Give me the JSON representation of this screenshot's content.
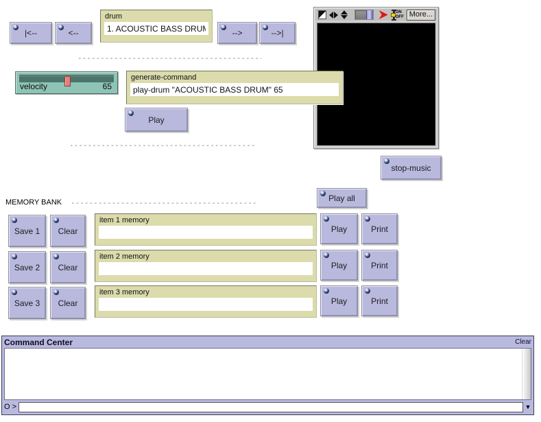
{
  "nav": {
    "first_label": "|<--",
    "prev_label": "<--",
    "next_label": "-->",
    "last_label": "-->|"
  },
  "drum": {
    "title": "drum",
    "value": "1. ACOUSTIC BASS DRUM"
  },
  "separators": {
    "line": "-----------------------------------------"
  },
  "video": {
    "on_label": "ON",
    "off_label": "OFF",
    "more_label": "More..."
  },
  "velocity": {
    "label": "velocity",
    "value": "65",
    "handle_percent": 48
  },
  "generate_command": {
    "title": "generate-command",
    "value": "play-drum \"ACOUSTIC BASS DRUM\" 65"
  },
  "play": {
    "label": "Play"
  },
  "stop": {
    "label": "stop-music"
  },
  "memory": {
    "title": "MEMORY BANK",
    "play_all_label": "Play all",
    "rows": [
      {
        "save_label": "Save 1",
        "clear_label": "Clear",
        "title": "item 1 memory",
        "value": "",
        "play_label": "Play",
        "print_label": "Print"
      },
      {
        "save_label": "Save 2",
        "clear_label": "Clear",
        "title": "item 2 memory",
        "value": "",
        "play_label": "Play",
        "print_label": "Print"
      },
      {
        "save_label": "Save 3",
        "clear_label": "Clear",
        "title": "item 3 memory",
        "value": "",
        "play_label": "Play",
        "print_label": "Print"
      }
    ]
  },
  "command_center": {
    "title": "Command Center",
    "clear_label": "Clear",
    "output": "",
    "prompt": "O >",
    "input_value": "",
    "dropdown_icon": "▼"
  },
  "colors": {
    "button_lavender": "#b9b9de",
    "panel_khaki": "#dbdbac",
    "slider_teal": "#8ec4b5",
    "slider_handle_red": "#e87f78",
    "control_bar_gray": "#c0c0c0",
    "play_arrow_red": "#e01818",
    "toggle_yellow": "#ffd400"
  }
}
